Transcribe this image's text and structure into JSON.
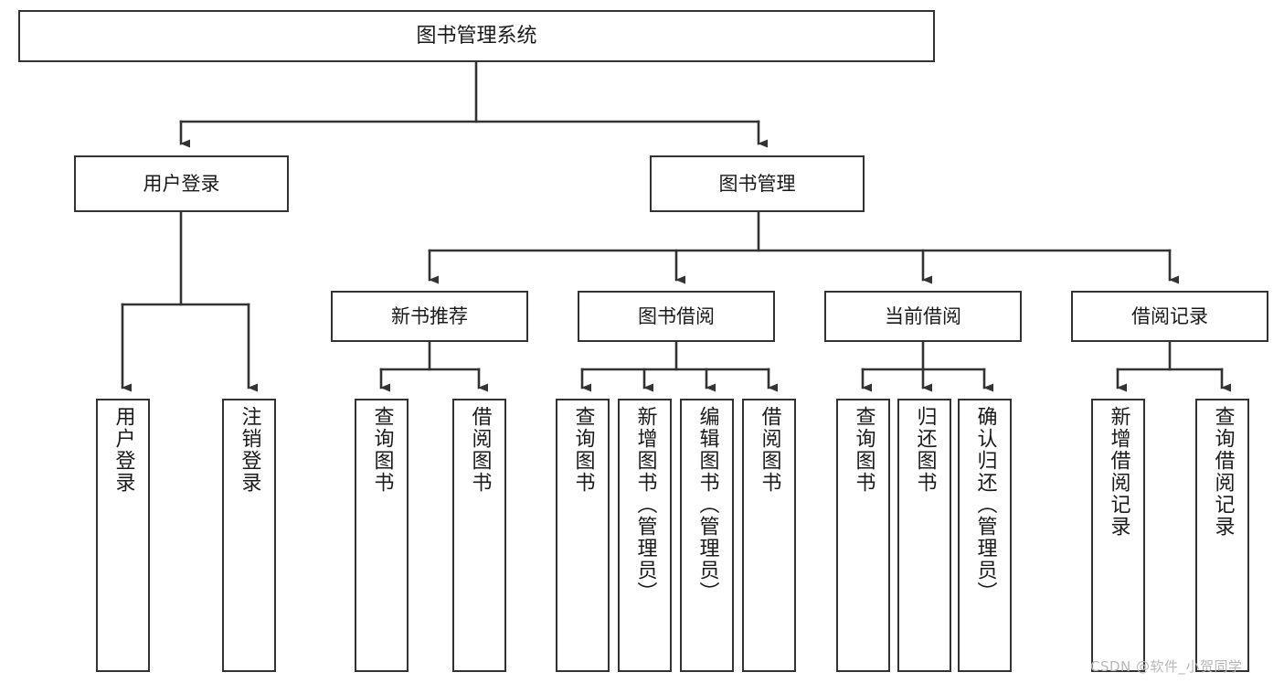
{
  "diagram": {
    "title": "图书管理系统",
    "watermark": "CSDN @软件_小贺同学",
    "colors": {
      "box_border": "#333333",
      "box_fill": "#ffffff",
      "connector": "#333333",
      "background": "#ffffff",
      "watermark": "#b8b8b8"
    },
    "nodes": {
      "root": {
        "label": "图书管理系统"
      },
      "level2": [
        {
          "label": "用户登录"
        },
        {
          "label": "图书管理"
        }
      ],
      "level3": [
        {
          "label": "新书推荐"
        },
        {
          "label": "图书借阅"
        },
        {
          "label": "当前借阅"
        },
        {
          "label": "借阅记录"
        }
      ],
      "leaves": {
        "user_login": [
          {
            "label": "用户登录"
          },
          {
            "label": "注销登录"
          }
        ],
        "new_book": [
          {
            "label": "查询图书"
          },
          {
            "label": "借阅图书"
          }
        ],
        "book_borrow": [
          {
            "label": "查询图书"
          },
          {
            "label": "新增图书（管理员）"
          },
          {
            "label": "编辑图书（管理员）"
          },
          {
            "label": "借阅图书"
          }
        ],
        "current_borrow": [
          {
            "label": "查询图书"
          },
          {
            "label": "归还图书"
          },
          {
            "label": "确认归还（管理员）"
          }
        ],
        "borrow_record": [
          {
            "label": "新增借阅记录"
          },
          {
            "label": "查询借阅记录"
          }
        ]
      }
    }
  }
}
